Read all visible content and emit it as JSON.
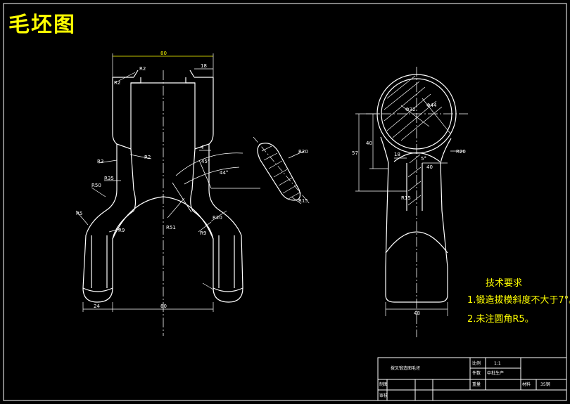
{
  "title": "毛坯图",
  "requirements": {
    "heading": "技术要求",
    "items": [
      "1.锻造拔模斜度不大于7°。",
      "2.未注圆角R5。"
    ]
  },
  "dims": {
    "top_width": "80",
    "bottom_width": "80",
    "right_top": "18",
    "left_foot": "24",
    "r2a": "R2",
    "r2b": "R2",
    "r2c": "R2",
    "r3": "R3",
    "r35": "R35",
    "r50": "R50",
    "r5": "R5",
    "r51": "R51",
    "r9": "R9",
    "r20": "R20",
    "r20b": "R20",
    "r15": "R15",
    "four": "4",
    "ang45": "45°",
    "ang44": "44°",
    "d32": "Φ32",
    "d44": "Φ44",
    "d57": "57",
    "d40": "40",
    "d40b": "40",
    "d18": "18",
    "ang5": "5°",
    "r20c": "R20",
    "r15b": "R15",
    "d48": "48"
  },
  "table": {
    "part_name": "拨叉锻造图毛坯",
    "scale_label": "比例",
    "scale_value": "1:1",
    "qty_label": "件数",
    "qty_value": "中批生产",
    "weight_label": "重量",
    "material_label": "材料",
    "material_value": "35钢",
    "drawn_label": "制图",
    "check_label": "审核"
  },
  "colors": {
    "background": "#000000",
    "line": "#ffffff",
    "dim": "#ffff00",
    "hatch": "#ffffff"
  }
}
